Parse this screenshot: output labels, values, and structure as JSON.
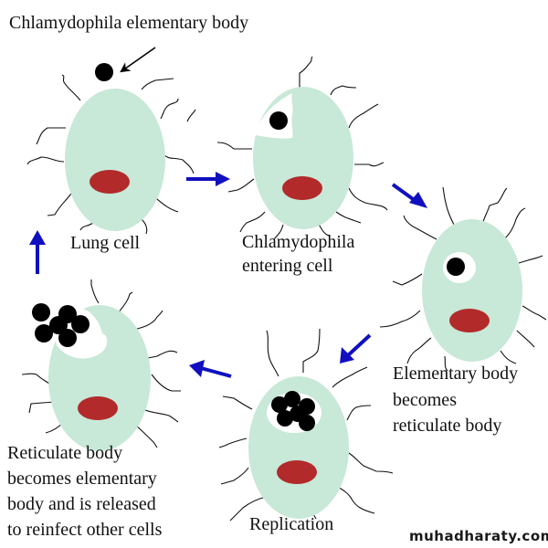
{
  "diagram": {
    "title_label": "Chlamydophila elementary body",
    "stages": [
      {
        "id": "lung-cell",
        "label_lines": [
          "Lung cell"
        ]
      },
      {
        "id": "entering",
        "label_lines": [
          "Chlamydophila",
          "entering cell"
        ]
      },
      {
        "id": "eb-to-rb",
        "label_lines": [
          "Elementary body",
          "becomes",
          "reticulate body"
        ]
      },
      {
        "id": "replication",
        "label_lines": [
          "Replication"
        ]
      },
      {
        "id": "release",
        "label_lines": [
          "Reticulate body",
          "becomes elementary",
          "body and is released",
          "to reinfect other cells"
        ]
      }
    ],
    "watermark": "muhadharaty.com"
  },
  "colors": {
    "cell": "#c8e8d8",
    "nucleus": "#b22a2a",
    "arrow": "#1010c0",
    "body": "#000000",
    "vacuole": "#ffffff"
  }
}
